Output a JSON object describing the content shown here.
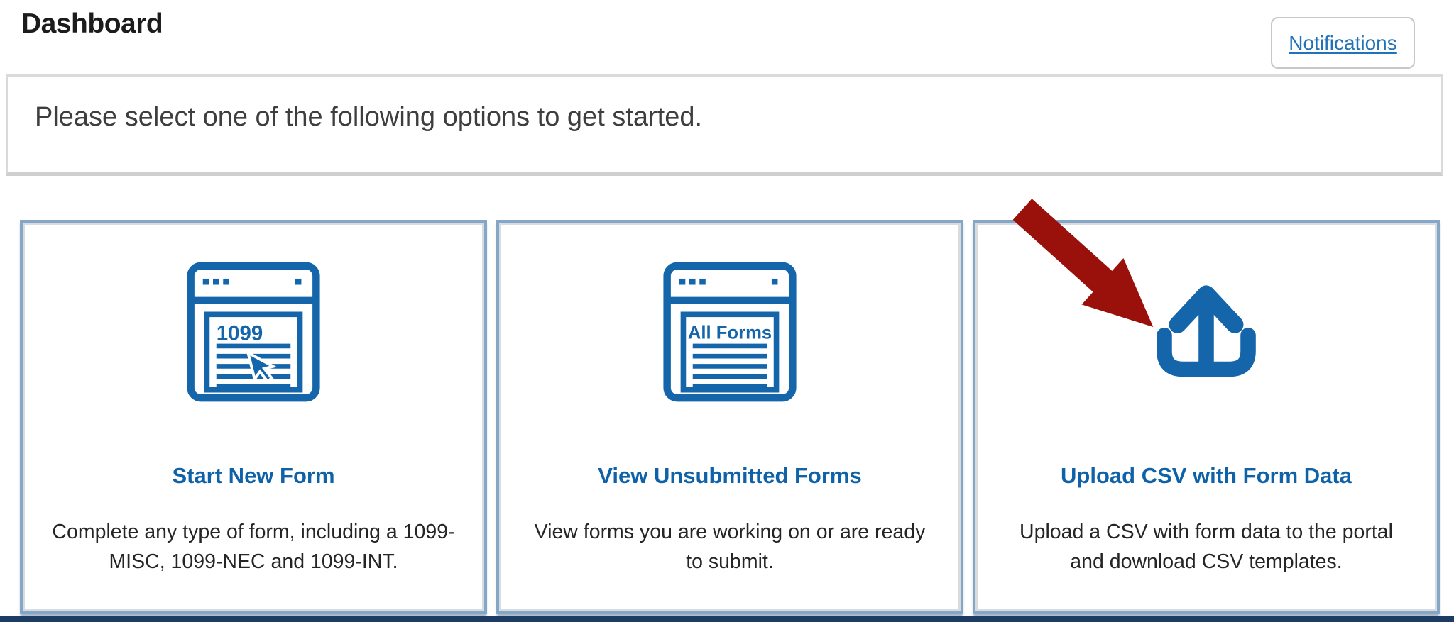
{
  "header": {
    "title": "Dashboard",
    "notifications_label": "Notifications"
  },
  "main": {
    "instruction": "Please select one of the following options to get started."
  },
  "cards": [
    {
      "title": "Start New Form",
      "description": "Complete any type of form, including a 1099-MISC, 1099-NEC and 1099-INT.",
      "icon": "form-window-1099-icon",
      "icon_text": "1099"
    },
    {
      "title": "View Unsubmitted Forms",
      "description": "View forms you are working on or are ready to submit.",
      "icon": "form-window-all-forms-icon",
      "icon_text": "All Forms"
    },
    {
      "title": "Upload CSV with Form Data",
      "description": "Upload a CSV with form data to the portal and download CSV templates.",
      "icon": "upload-icon"
    }
  ],
  "annotation": {
    "shape": "arrow",
    "direction": "down-right",
    "target": "upload-icon",
    "color": "#9a100a"
  },
  "colors": {
    "icon_blue": "#1565ab",
    "title_blue": "#0f62a8",
    "link_blue": "#2172b8",
    "card_border": "#84a7c7",
    "footer_navy": "#1d3c63",
    "arrow_red": "#9a100a"
  }
}
